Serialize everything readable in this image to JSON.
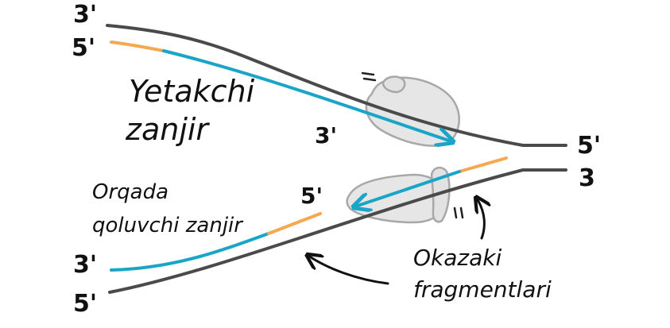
{
  "labels": {
    "leading_title_1": "Yetakchi",
    "leading_title_2": "zanjir",
    "lagging_title_1": "Orqada",
    "lagging_title_2": "qoluvchi zanjir",
    "okazaki_1": "Okazaki",
    "okazaki_2": "fragmentlari"
  },
  "ends": {
    "top_template_left": "3'",
    "leading_left": "5'",
    "leading_tip": "3'",
    "right_upper": "5'",
    "right_lower": "3",
    "lagging_fragment": "5'",
    "lagging_left": "3'",
    "bottom_template_left": "5'"
  },
  "colors": {
    "template": "#4a4a4a",
    "dna": "#1aa5c8",
    "primer": "#f5a850",
    "enzyme_fill": "#e2e2e2",
    "enzyme_stroke": "#a8a8a8",
    "ink": "#111111"
  }
}
